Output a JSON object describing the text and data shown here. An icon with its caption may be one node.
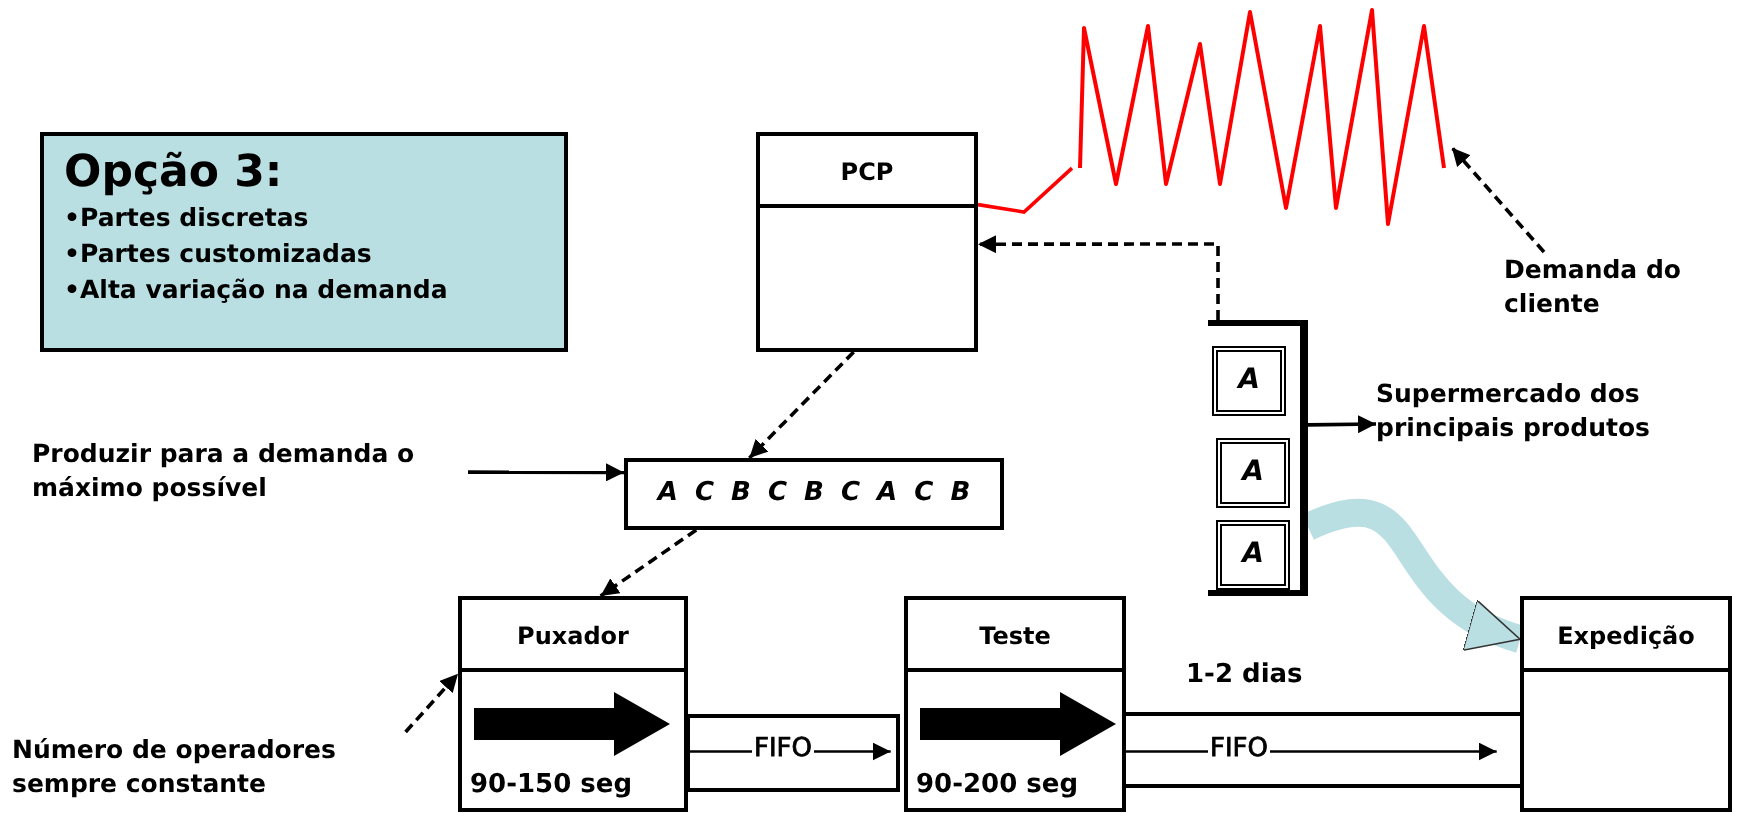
{
  "diagram": {
    "nodes": [
      {
        "text": [
          "Opção 3:",
          "•Partes discretas",
          "•Partes customizadas",
          "•Alta variação na demanda"
        ]
      },
      {
        "text": [],
        "shape": "picture"
      },
      {
        "text": [
          "PCP"
        ]
      },
      {
        "text": [
          "Demanda do cliente"
        ]
      },
      {
        "text": [],
        "shape": "box"
      },
      {
        "text": [
          "A"
        ],
        "in": 4
      },
      {
        "text": [
          "A"
        ],
        "in": 4
      },
      {
        "text": [
          "A"
        ],
        "in": 4
      },
      {
        "text": [
          "Supermercado dos principais produtos"
        ]
      },
      {
        "text": [
          "Produzir para a demanda o máximo possível"
        ]
      },
      {
        "text": [
          "A C B C B C A C B"
        ]
      },
      {
        "text": [
          "Puxador",
          "90-150 seg"
        ]
      },
      {
        "text": [
          "Teste",
          "90-200 seg"
        ]
      },
      {
        "text": [
          "Expedição"
        ]
      },
      {
        "text": [
          "Número de operadores sempre constante"
        ]
      }
    ],
    "edges": [
      {
        "from": 2,
        "to": 1,
        "arrow": "none",
        "color": "#ff0000"
      },
      {
        "from": 3,
        "to": 1,
        "arrow": "to",
        "style": "dashed"
      },
      {
        "from": 4,
        "to": 2,
        "arrow": "to",
        "style": "dashed"
      },
      {
        "from": 4,
        "to": 8,
        "arrow": "to"
      },
      {
        "from": 2,
        "to": 10,
        "arrow": "to",
        "style": "dashed"
      },
      {
        "from": 9,
        "to": 10,
        "arrow": "to"
      },
      {
        "from": 10,
        "to": 11,
        "arrow": "to",
        "style": "dashed"
      },
      {
        "from": 14,
        "to": 11,
        "arrow": "to",
        "style": "dashed"
      },
      {
        "from": 4,
        "to": 13,
        "arrow": "to",
        "style": "thick",
        "color": "#b9dfe2"
      },
      {
        "from": 11,
        "to": 12,
        "arrow": "to",
        "label": "FIFO"
      },
      {
        "from": 12,
        "to": 13,
        "arrow": "to",
        "label": "FIFO"
      }
    ],
    "labels": [
      "1-2 dias"
    ]
  }
}
